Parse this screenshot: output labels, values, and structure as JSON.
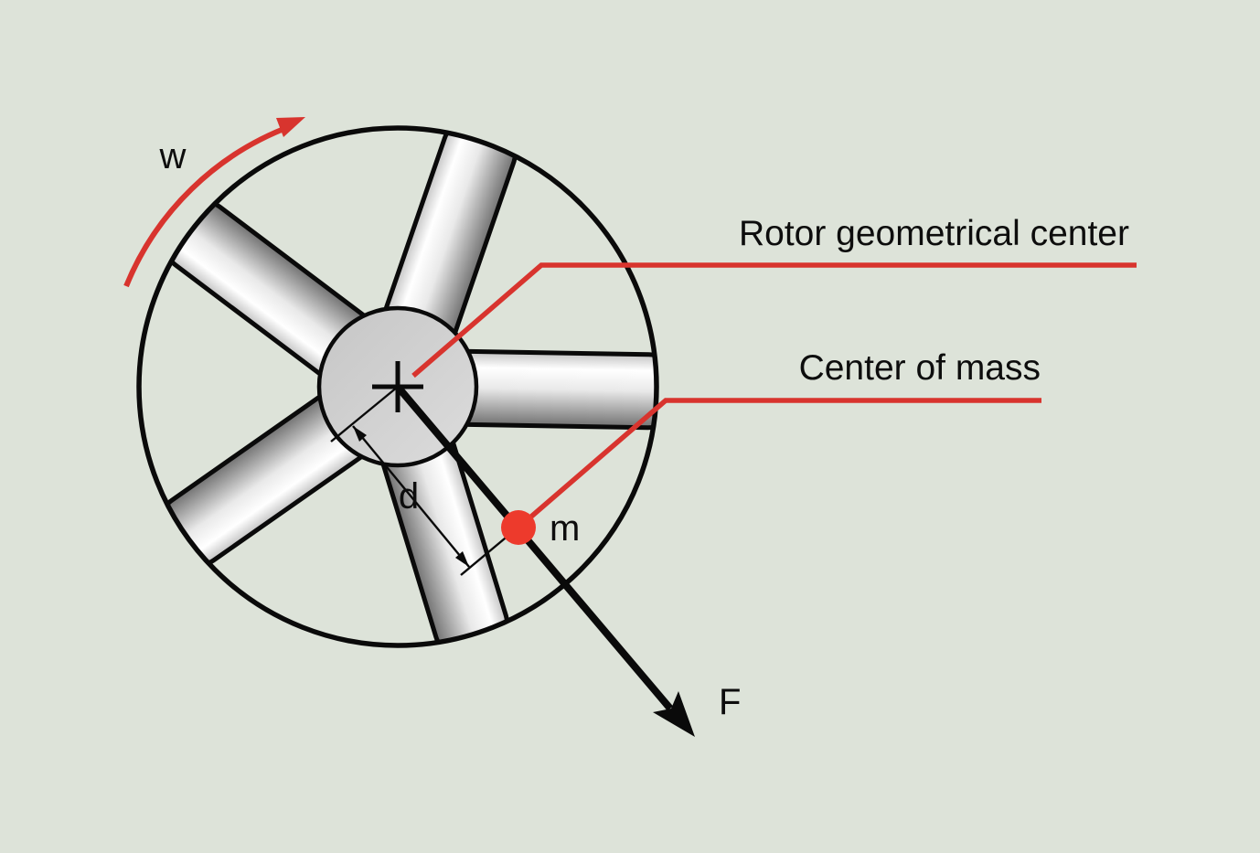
{
  "diagram": {
    "subject": "Unbalanced rotor with eccentric mass",
    "blade_count": 5,
    "rotation_direction": "clockwise"
  },
  "labels": {
    "angular_velocity": "w",
    "rotor_center": "Rotor geometrical center",
    "center_of_mass": "Center of mass",
    "distance": "d",
    "mass": "m",
    "force": "F"
  },
  "colors": {
    "background": "#dde3d9",
    "red": "#d8342e",
    "dot_red": "#ed3a2c",
    "black": "#0a0a0a",
    "blade_dark": "#717171",
    "blade_mid": "#e9e9e9",
    "blade_light": "#ffffff",
    "blade_edge": "#c3c3c3",
    "hub_dark": "#c6c6c6",
    "hub_light": "#dcdcdc"
  }
}
